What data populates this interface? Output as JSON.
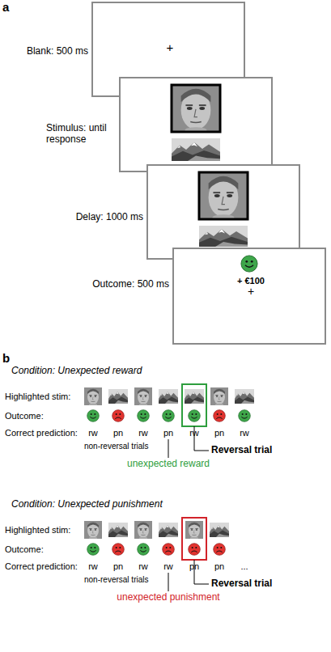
{
  "diagram": {
    "nodes": [
      {
        "text": [
          "Blank: 500 ms",
          "+"
        ]
      },
      {
        "text": [
          "Stimulus: until response"
        ]
      },
      {
        "text": [
          "Delay: 1000 ms"
        ]
      },
      {
        "text": [
          "Outcome: 500 ms",
          "+ €100",
          "+"
        ]
      }
    ],
    "labels": [
      "a",
      "b",
      "Condition: Unexpected reward",
      "Highlighted stim:",
      "Outcome:",
      "Correct prediction:",
      "rw",
      "pn",
      "rw",
      "pn",
      "rw",
      "pn",
      "rw",
      "non-reversal trials",
      "unexpected reward",
      "Reversal trial",
      "Condition: Unexpected punishment",
      "Highlighted stim:",
      "Outcome:",
      "Correct prediction:",
      "rw",
      "pn",
      "rw",
      "rw",
      "pn",
      "pn",
      "...",
      "non-reversal trials",
      "unexpected punishment",
      "Reversal trial"
    ]
  }
}
